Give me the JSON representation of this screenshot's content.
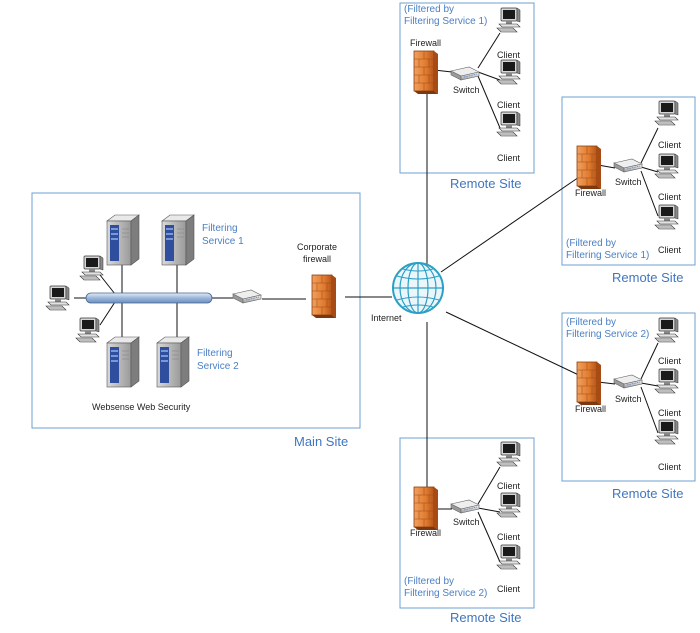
{
  "main_site": {
    "caption": "Main Site",
    "product": "Websense Web Security",
    "fs1_line1": "Filtering",
    "fs1_line2": "Service 1",
    "fs2_line1": "Filtering",
    "fs2_line2": "Service 2",
    "corp_fw_line1": "Corporate",
    "corp_fw_line2": "firewall"
  },
  "internet_label": "Internet",
  "remote_sites": [
    {
      "caption": "Remote Site",
      "filtered_line1": "(Filtered by",
      "filtered_line2": "Filtering Service 1)",
      "firewall": "Firewall",
      "switch": "Switch",
      "clients": [
        "Client",
        "Client",
        "Client"
      ]
    },
    {
      "caption": "Remote Site",
      "filtered_line1": "(Filtered by",
      "filtered_line2": "Filtering Service 1)",
      "firewall": "Firewall",
      "switch": "Switch",
      "clients": [
        "Client",
        "Client",
        "Client"
      ]
    },
    {
      "caption": "Remote Site",
      "filtered_line1": "(Filtered by",
      "filtered_line2": "Filtering Service 2)",
      "firewall": "Firewall",
      "switch": "Switch",
      "clients": [
        "Client",
        "Client",
        "Client"
      ]
    },
    {
      "caption": "Remote Site",
      "filtered_line1": "(Filtered by",
      "filtered_line2": "Filtering Service 2)",
      "firewall": "Firewall",
      "switch": "Switch",
      "clients": [
        "Client",
        "Client",
        "Client"
      ]
    }
  ],
  "colors": {
    "accent_blue": "#3f76c0",
    "firewall_orange": "#e07a2e",
    "backbone_blue": "#9bb7da"
  }
}
